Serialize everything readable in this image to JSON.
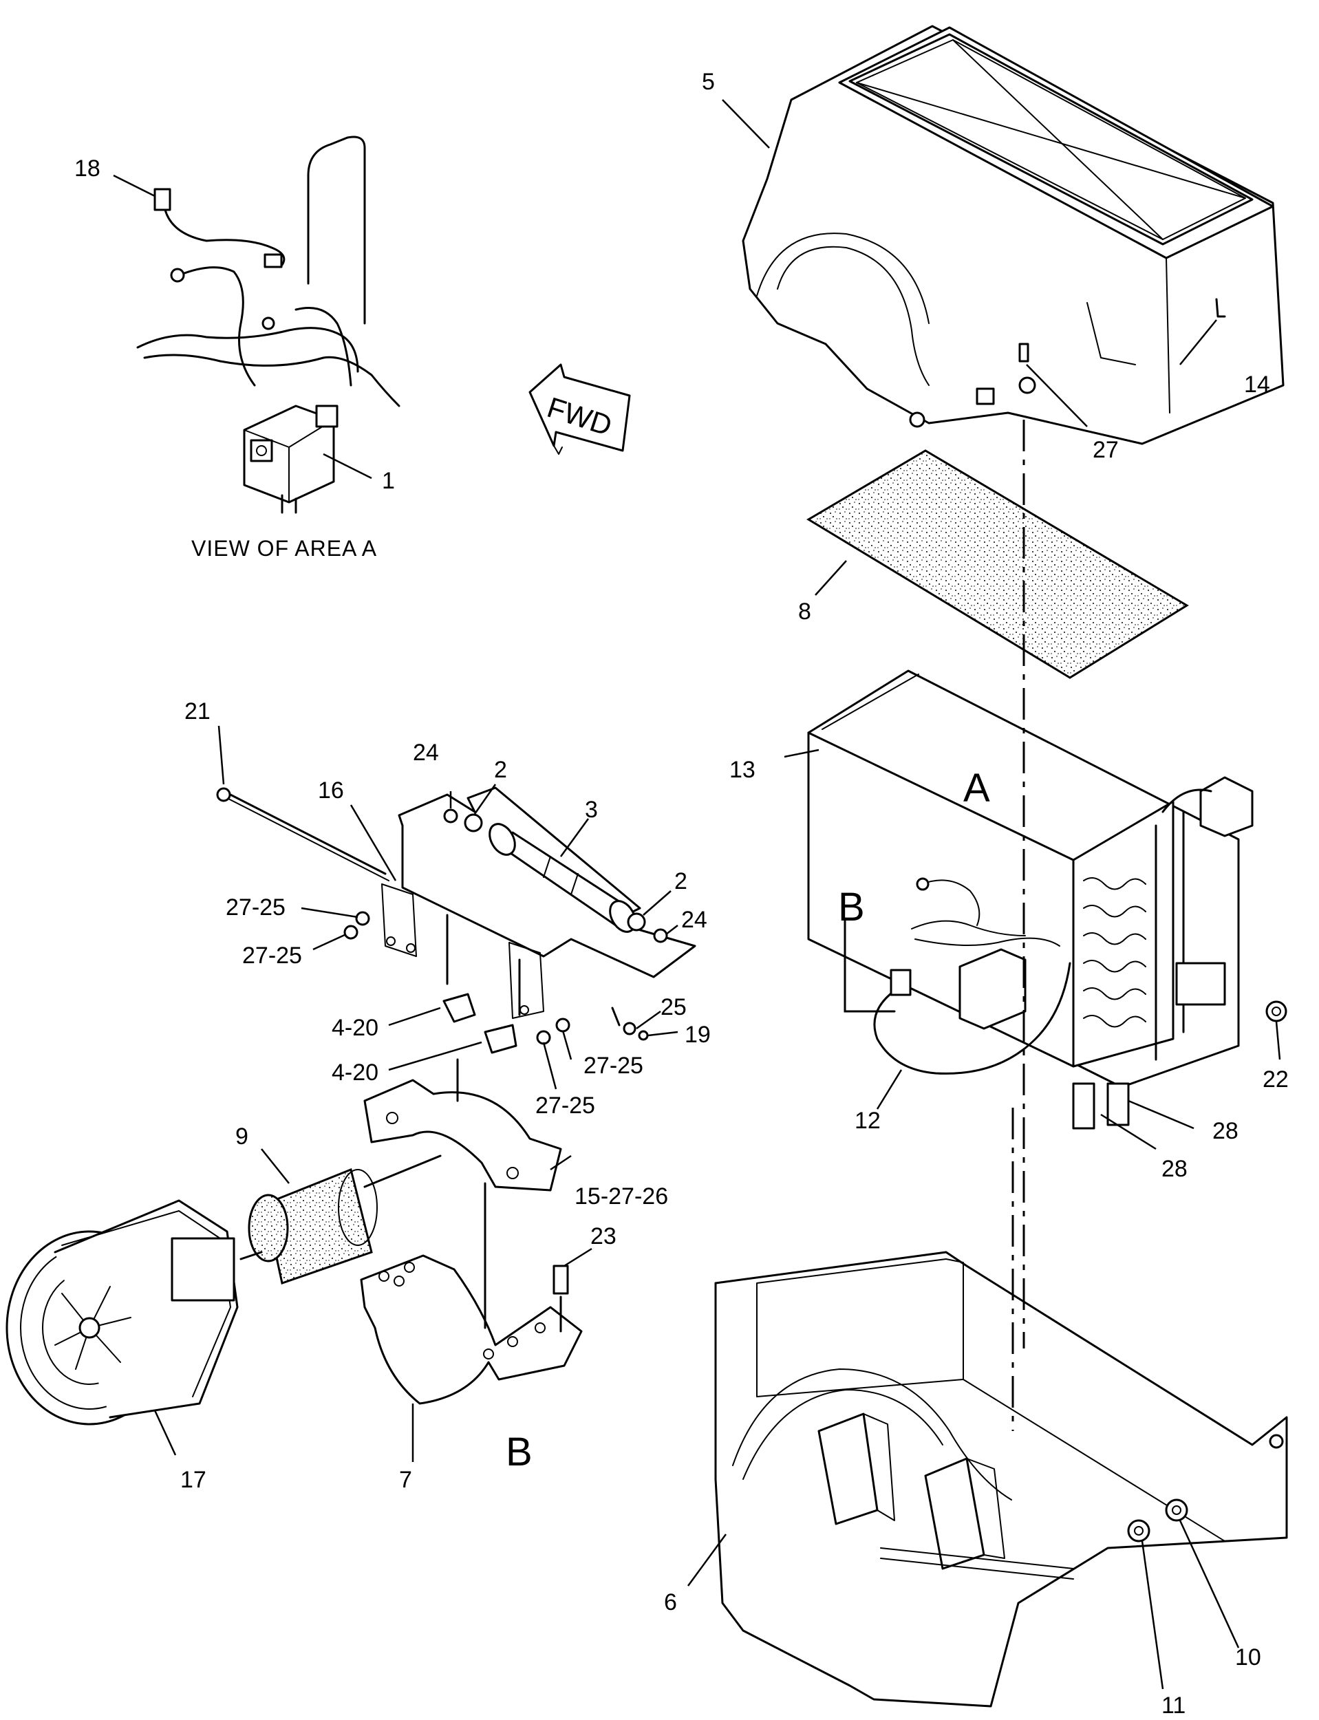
{
  "figure": {
    "caption": "VIEW OF AREA  A",
    "direction_arrow": "FWD",
    "area_labels": {
      "a": "A",
      "b_upper": "B",
      "b_lower": "B"
    }
  },
  "callouts": {
    "c1": "1",
    "c2a": "2",
    "c2b": "2",
    "c3": "3",
    "c4_20a": "4-20",
    "c4_20b": "4-20",
    "c5": "5",
    "c6": "6",
    "c7": "7",
    "c8": "8",
    "c9": "9",
    "c10": "10",
    "c11": "11",
    "c12": "12",
    "c13": "13",
    "c14": "14",
    "c15_27_26": "15-27-26",
    "c16": "16",
    "c17": "17",
    "c18": "18",
    "c19": "19",
    "c21": "21",
    "c22": "22",
    "c23": "23",
    "c24a": "24",
    "c24b": "24",
    "c25": "25",
    "c27": "27",
    "c27_25a": "27-25",
    "c27_25b": "27-25",
    "c27_25c": "27-25",
    "c27_25d": "27-25",
    "c28a": "28",
    "c28b": "28"
  }
}
